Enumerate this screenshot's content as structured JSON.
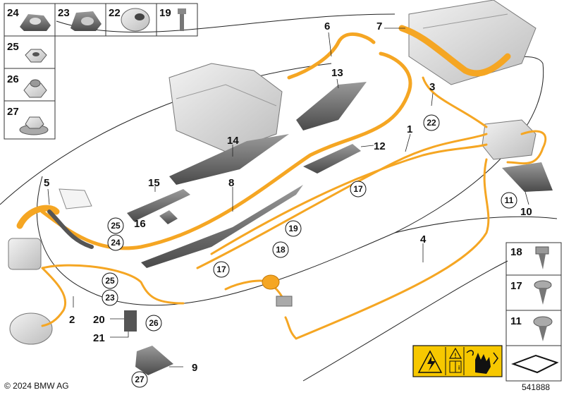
{
  "copyright": "© 2024 BMW AG",
  "image_number": "541888",
  "parts_grid_left": [
    {
      "number": "24",
      "icon": "grommet-icon"
    },
    {
      "number": "23",
      "icon": "grommet-icon"
    },
    {
      "number": "22",
      "icon": "grommet-icon"
    },
    {
      "number": "19",
      "icon": "bolt-icon"
    },
    {
      "number": "25",
      "icon": "hex-nut-icon"
    },
    {
      "number": "26",
      "icon": "hex-nut-icon"
    },
    {
      "number": "27",
      "icon": "flange-nut-icon"
    }
  ],
  "parts_grid_right": [
    {
      "number": "18",
      "icon": "push-clip-icon"
    },
    {
      "number": "17",
      "icon": "push-clip-icon"
    },
    {
      "number": "11",
      "icon": "push-clip-icon"
    }
  ],
  "callouts": [
    {
      "label": "1"
    },
    {
      "label": "2"
    },
    {
      "label": "3"
    },
    {
      "label": "4"
    },
    {
      "label": "5"
    },
    {
      "label": "6"
    },
    {
      "label": "7"
    },
    {
      "label": "8"
    },
    {
      "label": "9"
    },
    {
      "label": "10"
    },
    {
      "label": "12"
    },
    {
      "label": "13"
    },
    {
      "label": "14"
    },
    {
      "label": "15"
    },
    {
      "label": "16"
    },
    {
      "label": "20"
    },
    {
      "label": "21"
    }
  ],
  "circled_callouts": [
    {
      "label": "22"
    },
    {
      "label": "17"
    },
    {
      "label": "11"
    },
    {
      "label": "25"
    },
    {
      "label": "24"
    },
    {
      "label": "19"
    },
    {
      "label": "18"
    },
    {
      "label": "17"
    },
    {
      "label": "25"
    },
    {
      "label": "23"
    },
    {
      "label": "26"
    },
    {
      "label": "27"
    }
  ],
  "warning_label": {
    "icons": [
      "high-voltage-warning-icon",
      "warning-triangle-icon",
      "manual-info-icon",
      "no-touch-icon"
    ]
  },
  "cable_color": "#f5a623",
  "cable_dark": "#d9820f"
}
